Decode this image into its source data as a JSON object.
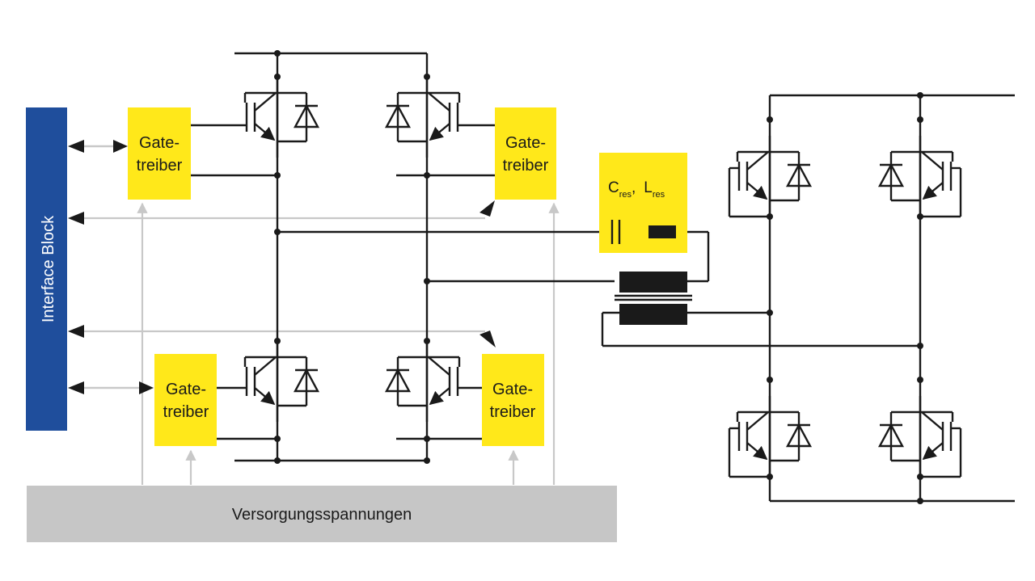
{
  "interface_block": {
    "label": "Interface Block",
    "color": "#1f4e9c"
  },
  "gate_drivers": [
    {
      "id": "tl",
      "line1": "Gate-",
      "line2": "treiber"
    },
    {
      "id": "tr",
      "line1": "Gate-",
      "line2": "treiber"
    },
    {
      "id": "bl",
      "line1": "Gate-",
      "line2": "treiber"
    },
    {
      "id": "br",
      "line1": "Gate-",
      "line2": "treiber"
    }
  ],
  "resonant": {
    "c": "C",
    "c_sub": "res",
    "sep": ",",
    "l": "L",
    "l_sub": "res"
  },
  "supply": {
    "label": "Versorgungsspannungen",
    "color": "#c6c6c6"
  },
  "colors": {
    "driver": "#ffe81a",
    "wire": "#1a1a1a",
    "signal": "#c8c8c8"
  }
}
